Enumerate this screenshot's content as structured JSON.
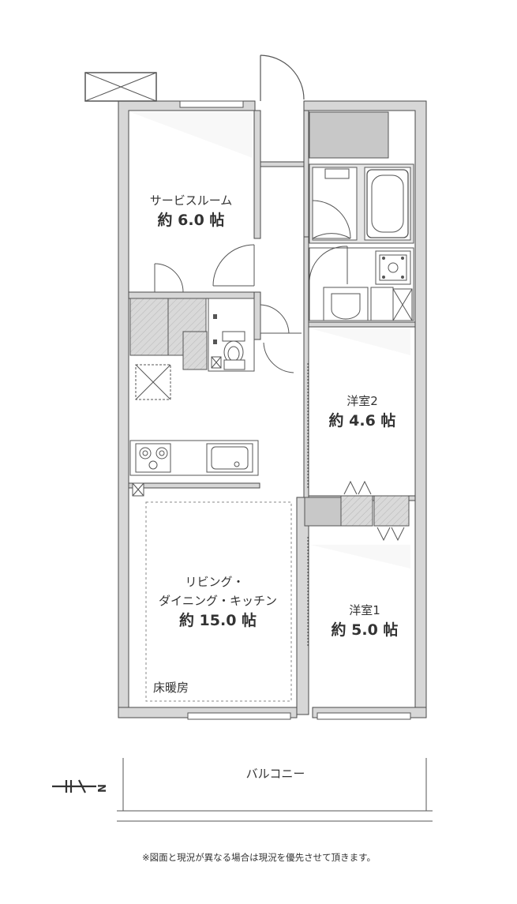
{
  "colors": {
    "wall": "#d7d7d7",
    "wall_edge": "#4a4a4a",
    "fixture_gray": "#c8c8c8",
    "line": "#555555"
  },
  "rooms": {
    "service_room": {
      "name": "サービスルーム",
      "size": "約 6.0 帖"
    },
    "western2": {
      "name": "洋室2",
      "size": "約 4.6 帖"
    },
    "ldk": {
      "name1": "リビング・",
      "name2": "ダイニング・キッチン",
      "size": "約 15.0 帖",
      "floor_heating": "床暖房"
    },
    "western1": {
      "name": "洋室1",
      "size": "約 5.0 帖"
    },
    "balcony": {
      "name": "バルコニー"
    }
  },
  "compass": {
    "label": "N"
  },
  "footnote": "※図面と現況が異なる場合は現況を優先させて頂きます。",
  "icons": [
    "compass-icon",
    "stove-icon",
    "sink-icon",
    "bathtub-icon",
    "toilet-icon",
    "washbasin-icon",
    "washing-machine-pan-icon",
    "vent-icon",
    "door-swing-icon"
  ]
}
